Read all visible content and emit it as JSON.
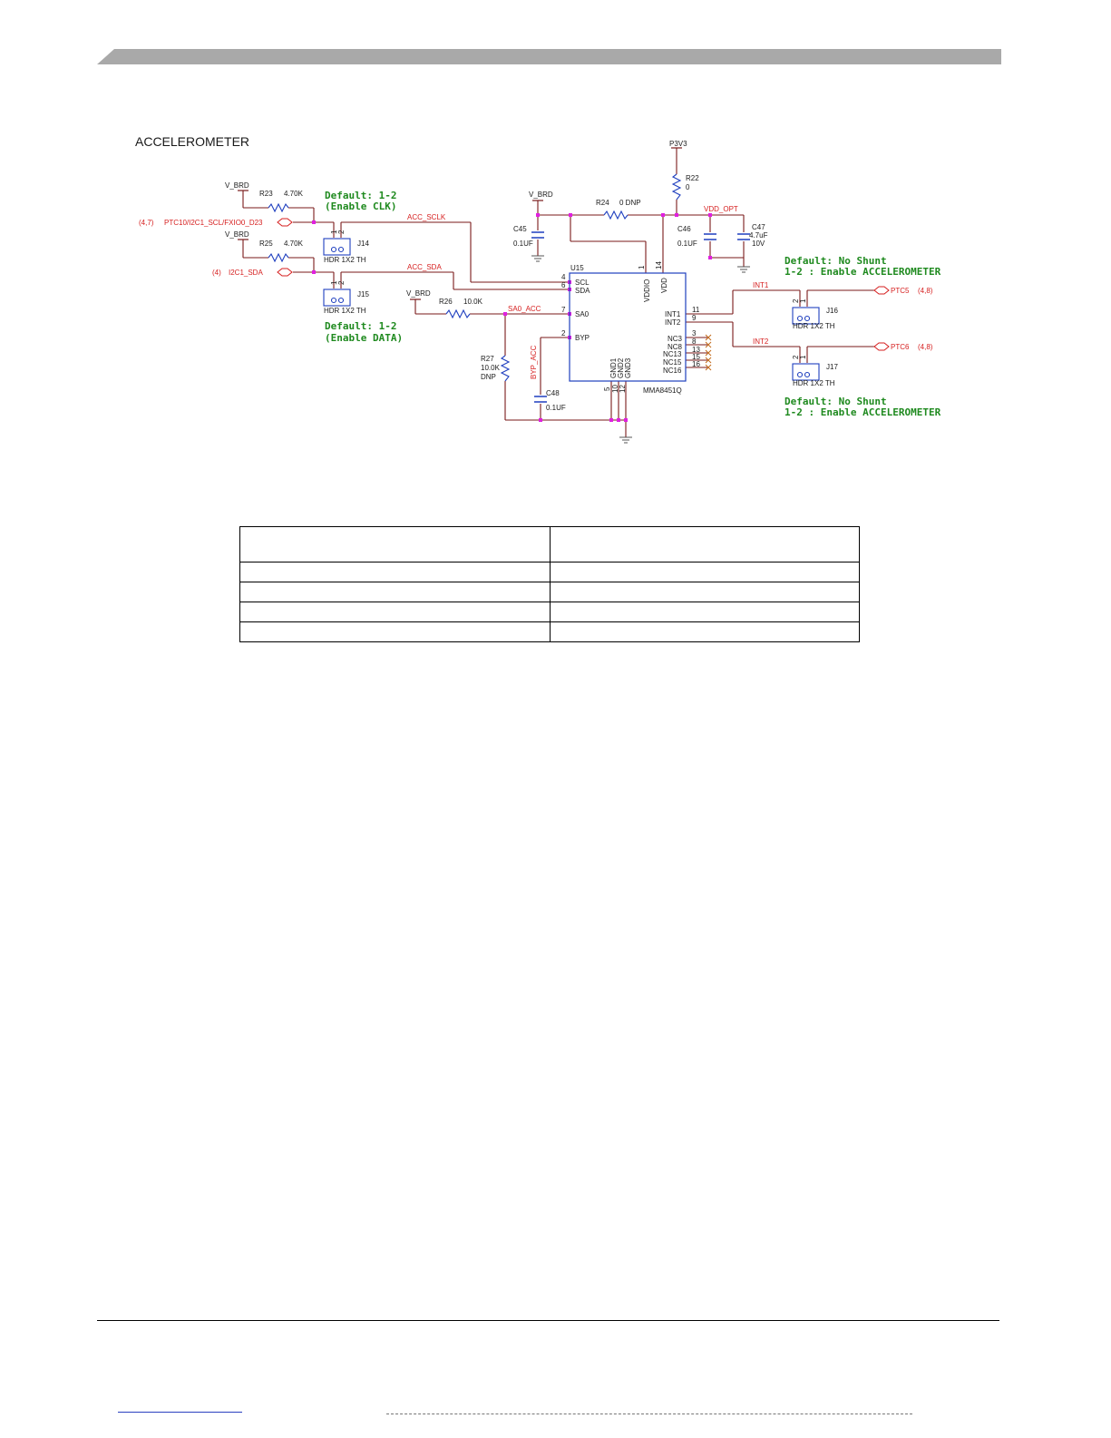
{
  "section_title": "ACCELEROMETER",
  "colors": {
    "wire": "#7a1a1a",
    "net": "#d61f1f",
    "part": "#1f3fbf",
    "note": "#1f8a1f",
    "junction": "#e020e0"
  },
  "notes": {
    "j14_line1": "Default: 1-2",
    "j14_line2": "(Enable CLK)",
    "j15_line1": "Default: 1-2",
    "j15_line2": "(Enable DATA)",
    "j16_line1": "Default: No Shunt",
    "j16_line2": "1-2 : Enable ACCELEROMETER",
    "j17_line1": "Default: No Shunt",
    "j17_line2": "1-2 : Enable ACCELEROMETER"
  },
  "nets": {
    "v_brd": "V_BRD",
    "p3v3": "P3V3",
    "vdd_opt": "VDD_OPT",
    "acc_sclk": "ACC_SCLK",
    "acc_sda": "ACC_SDA",
    "sa0_acc": "SA0_ACC",
    "byp_acc": "BYP_ACC",
    "int1": "INT1",
    "int2": "INT2"
  },
  "ports": {
    "scl_ref": "(4,7)",
    "scl_name": "PTC10/I2C1_SCL/FXIO0_D23",
    "sda_ref": "(4)",
    "sda_name": "I2C1_SDA",
    "ptc5_name": "PTC5",
    "ptc5_ref": "(4,8)",
    "ptc6_name": "PTC6",
    "ptc6_ref": "(4,8)"
  },
  "parts": {
    "r23": {
      "ref": "R23",
      "value": "4.70K"
    },
    "r25": {
      "ref": "R25",
      "value": "4.70K"
    },
    "r26": {
      "ref": "R26",
      "value": "10.0K"
    },
    "r27": {
      "ref": "R27",
      "value": "10.0K",
      "note": "DNP"
    },
    "r24": {
      "ref": "R24",
      "value": "0 DNP"
    },
    "r22": {
      "ref": "R22",
      "value": "0"
    },
    "c45": {
      "ref": "C45",
      "value": "0.1UF"
    },
    "c46": {
      "ref": "C46",
      "value": "0.1UF"
    },
    "c47": {
      "ref": "C47",
      "value": "4.7uF",
      "voltage": "10V"
    },
    "c48": {
      "ref": "C48",
      "value": "0.1UF"
    },
    "j14": {
      "ref": "J14",
      "type": "HDR 1X2 TH"
    },
    "j15": {
      "ref": "J15",
      "type": "HDR 1X2 TH"
    },
    "j16": {
      "ref": "J16",
      "type": "HDR 1X2 TH"
    },
    "j17": {
      "ref": "J17",
      "type": "HDR 1X2 TH"
    },
    "u15": {
      "ref": "U15",
      "part": "MMA8451Q"
    }
  },
  "pins": {
    "scl": {
      "name": "SCL",
      "num": "4"
    },
    "sda": {
      "name": "SDA",
      "num": "6"
    },
    "sa0": {
      "name": "SA0",
      "num": "7"
    },
    "byp": {
      "name": "BYP",
      "num": "2"
    },
    "vddio": {
      "name": "VDDIO",
      "num": "1"
    },
    "vdd": {
      "name": "VDD",
      "num": "14"
    },
    "int1": {
      "name": "INT1",
      "num": "11"
    },
    "int2": {
      "name": "INT2",
      "num": "9"
    },
    "nc3": {
      "name": "NC3",
      "num": "3"
    },
    "nc8": {
      "name": "NC8",
      "num": "8"
    },
    "nc13": {
      "name": "NC13",
      "num": "13"
    },
    "nc15": {
      "name": "NC15",
      "num": "15"
    },
    "nc16": {
      "name": "NC16",
      "num": "16"
    },
    "gnd1": {
      "name": "GND1",
      "num": "5"
    },
    "gnd2": {
      "name": "GND2",
      "num": "10"
    },
    "gnd3": {
      "name": "GND3",
      "num": "12"
    }
  },
  "header_pins": {
    "one": "1",
    "two": "2"
  }
}
